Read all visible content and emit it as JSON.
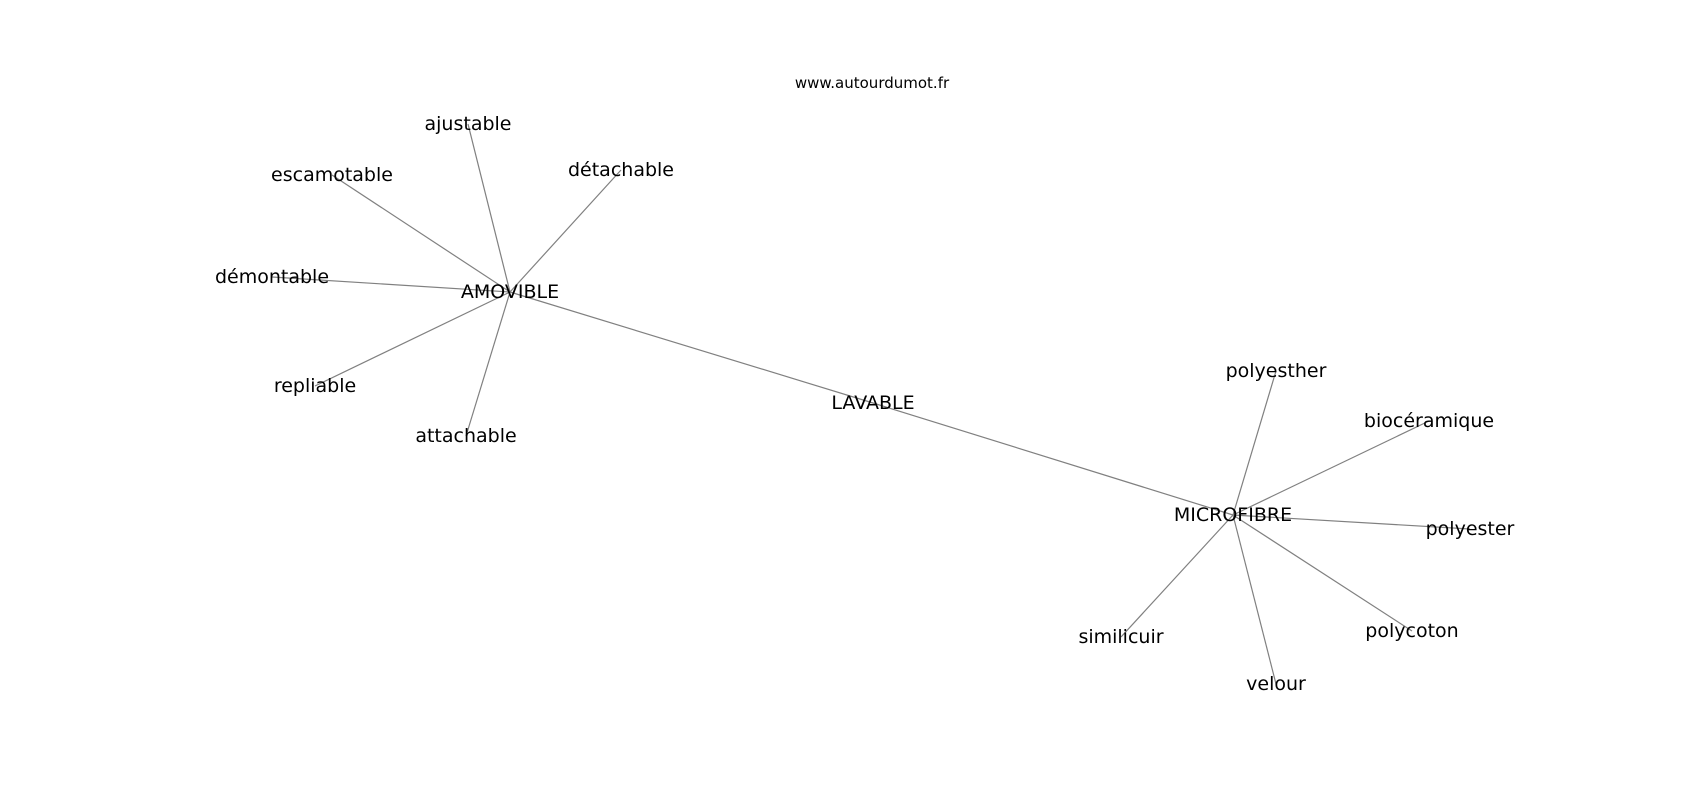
{
  "source": "www.autourdumot.fr",
  "graph": {
    "nodes": [
      {
        "id": "lavable",
        "label": "LAVABLE"
      },
      {
        "id": "amovible",
        "label": "AMOVIBLE"
      },
      {
        "id": "microfibre",
        "label": "MICROFIBRE"
      },
      {
        "id": "ajustable",
        "label": "ajustable"
      },
      {
        "id": "escamotable",
        "label": "escamotable"
      },
      {
        "id": "detachable",
        "label": "détachable"
      },
      {
        "id": "demontable",
        "label": "démontable"
      },
      {
        "id": "repliable",
        "label": "repliable"
      },
      {
        "id": "attachable",
        "label": "attachable"
      },
      {
        "id": "polyesther",
        "label": "polyesther"
      },
      {
        "id": "bioceramique",
        "label": "biocéramique"
      },
      {
        "id": "polyester",
        "label": "polyester"
      },
      {
        "id": "polycoton",
        "label": "polycoton"
      },
      {
        "id": "similicuir",
        "label": "similicuir"
      },
      {
        "id": "velour",
        "label": "velour"
      }
    ],
    "edges": [
      [
        "lavable",
        "amovible"
      ],
      [
        "lavable",
        "microfibre"
      ],
      [
        "amovible",
        "ajustable"
      ],
      [
        "amovible",
        "escamotable"
      ],
      [
        "amovible",
        "detachable"
      ],
      [
        "amovible",
        "demontable"
      ],
      [
        "amovible",
        "repliable"
      ],
      [
        "amovible",
        "attachable"
      ],
      [
        "microfibre",
        "polyesther"
      ],
      [
        "microfibre",
        "bioceramique"
      ],
      [
        "microfibre",
        "polyester"
      ],
      [
        "microfibre",
        "polycoton"
      ],
      [
        "microfibre",
        "similicuir"
      ],
      [
        "microfibre",
        "velour"
      ]
    ]
  }
}
